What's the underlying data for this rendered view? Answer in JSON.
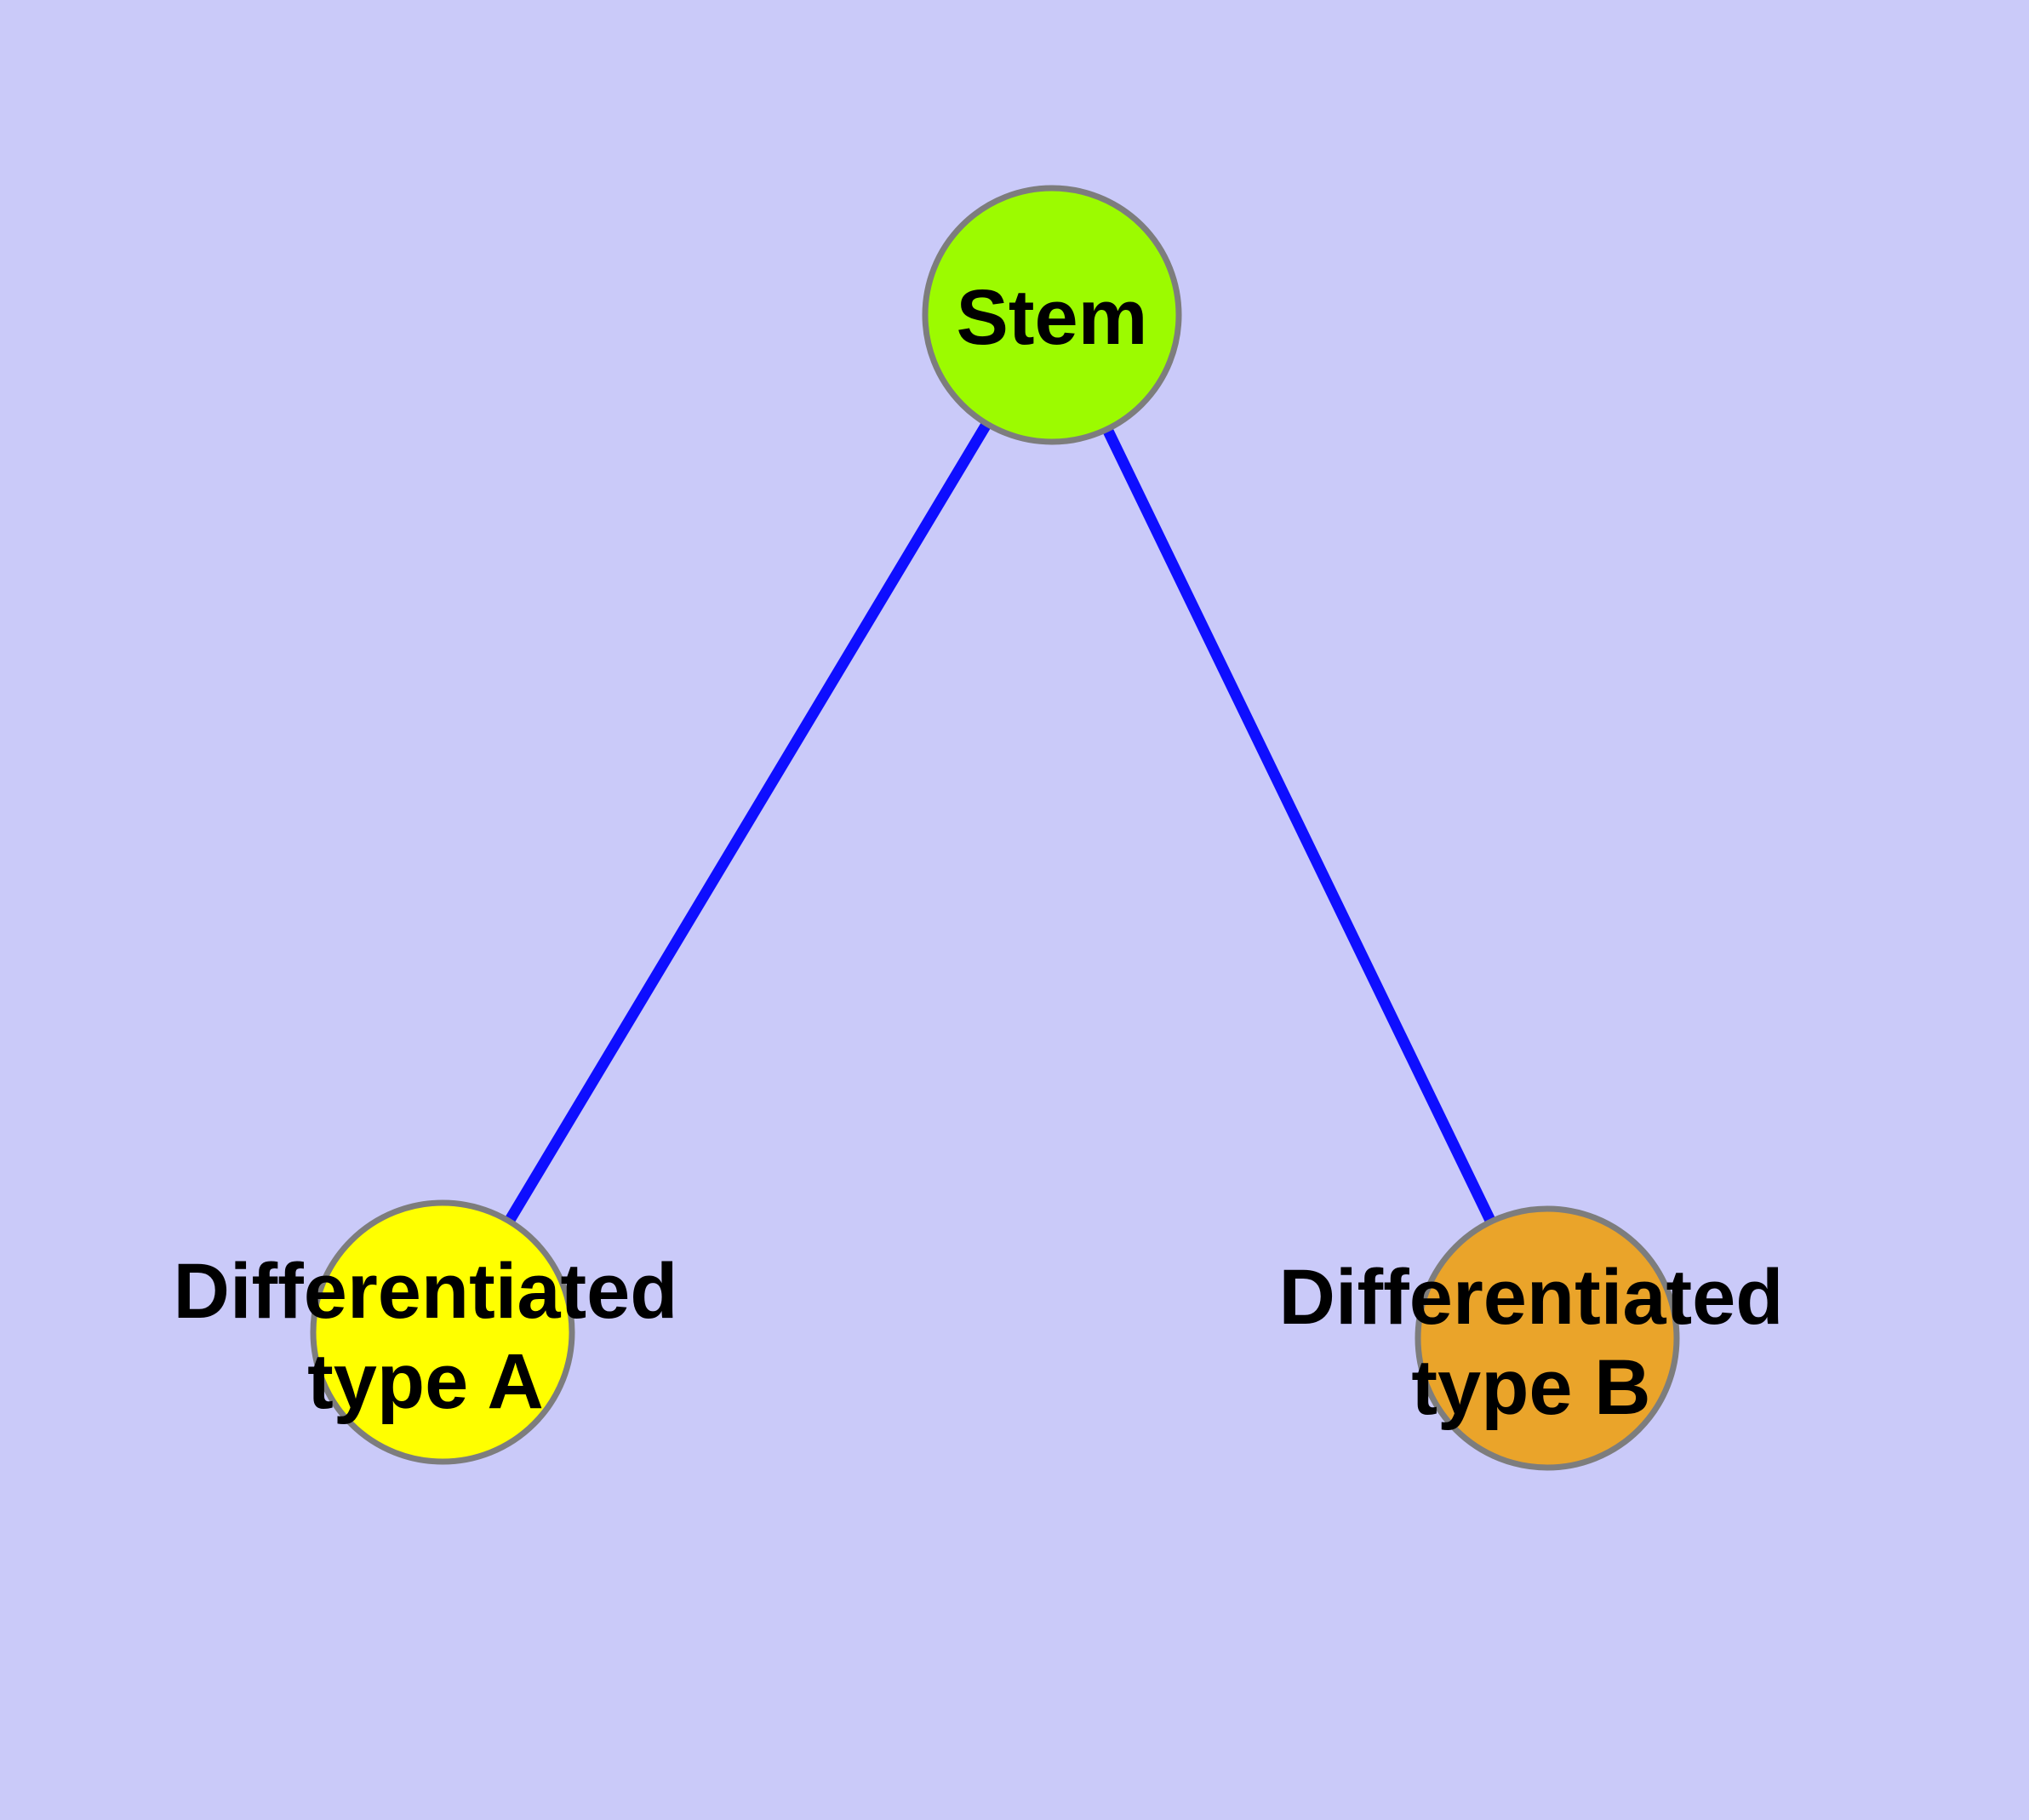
{
  "diagram": {
    "type": "node-link-graph",
    "nodes": [
      {
        "id": "stem",
        "label": "Stem",
        "fill": "#9CFB00"
      },
      {
        "id": "typeA",
        "label_line1": "Differentiated",
        "label_line2": "type A",
        "fill": "#FFFF00"
      },
      {
        "id": "typeB",
        "label_line1": "Differentiated",
        "label_line2": "type B",
        "fill": "#EAA42A"
      }
    ],
    "edges": [
      {
        "from": "stem",
        "to": "typeA"
      },
      {
        "from": "stem",
        "to": "typeB"
      }
    ],
    "colors": {
      "background": "#CACAF9",
      "edge": "#0E0EFF",
      "node_border": "#7D7D7D",
      "label_text": "#000000"
    }
  }
}
